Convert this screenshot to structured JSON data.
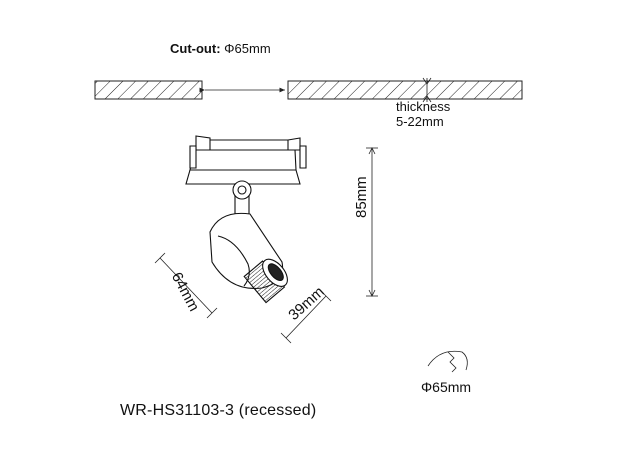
{
  "cutout": {
    "label": "Cut-out:",
    "value": "Φ65mm"
  },
  "thickness": {
    "label": "thickness",
    "value": "5-22mm"
  },
  "dimensions": {
    "height": "85mm",
    "length": "64mm",
    "diameter": "39mm",
    "hole_diameter": "Φ65mm"
  },
  "model": "WR-HS31103-3  (recessed)"
}
